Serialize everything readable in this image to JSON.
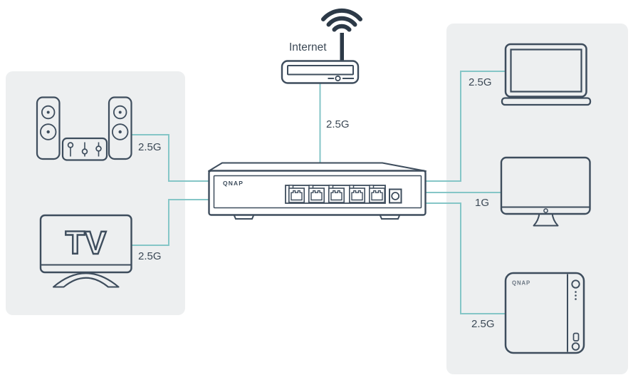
{
  "colors": {
    "line": "#85c6c7",
    "outline": "#3e4d5d",
    "dark": "#2c3947",
    "panel": "#edeff0",
    "text": "#3c4956",
    "nas_logo": "#6b7682"
  },
  "internet": {
    "label": "Internet",
    "speed": "2.5G"
  },
  "switch": {
    "brand": "QNAP",
    "ports": 5
  },
  "left_zone": {
    "audio_system": {
      "speed": "2.5G"
    },
    "tv": {
      "label": "TV",
      "speed": "2.5G"
    }
  },
  "right_zone": {
    "laptop": {
      "speed": "2.5G"
    },
    "monitor": {
      "speed": "1G"
    },
    "nas": {
      "brand": "QNAP",
      "speed": "2.5G"
    }
  }
}
